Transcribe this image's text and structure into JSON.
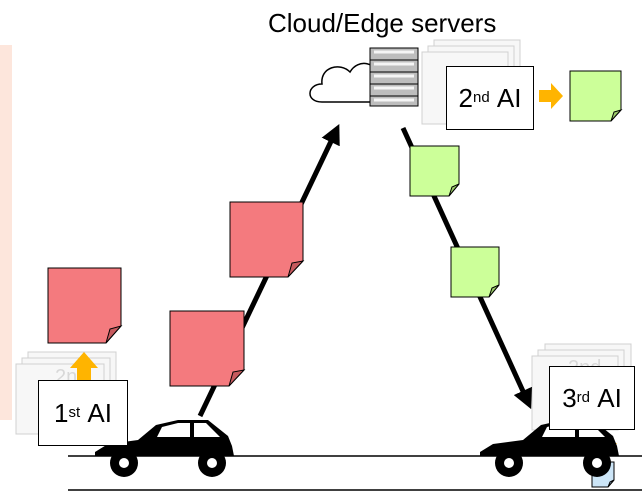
{
  "title": "Cloud/Edge servers",
  "ai_first": {
    "ordinal": "1",
    "suffix": "st",
    "text": "AI"
  },
  "ai_second": {
    "ordinal": "2",
    "suffix": "nd",
    "text": "AI"
  },
  "ai_third": {
    "ordinal": "3",
    "suffix": "rd",
    "text": "AI"
  },
  "ghost_label_left": "2nd",
  "ghost_label_right": "2nd",
  "colors": {
    "red_note": "#f47a7e",
    "green_note": "#ccff99",
    "blue_note": "#cce5f7",
    "arrow_orange": "#ffb400",
    "side_panel": "#fde6dc",
    "ghost_doc": "#f2f2f2"
  }
}
